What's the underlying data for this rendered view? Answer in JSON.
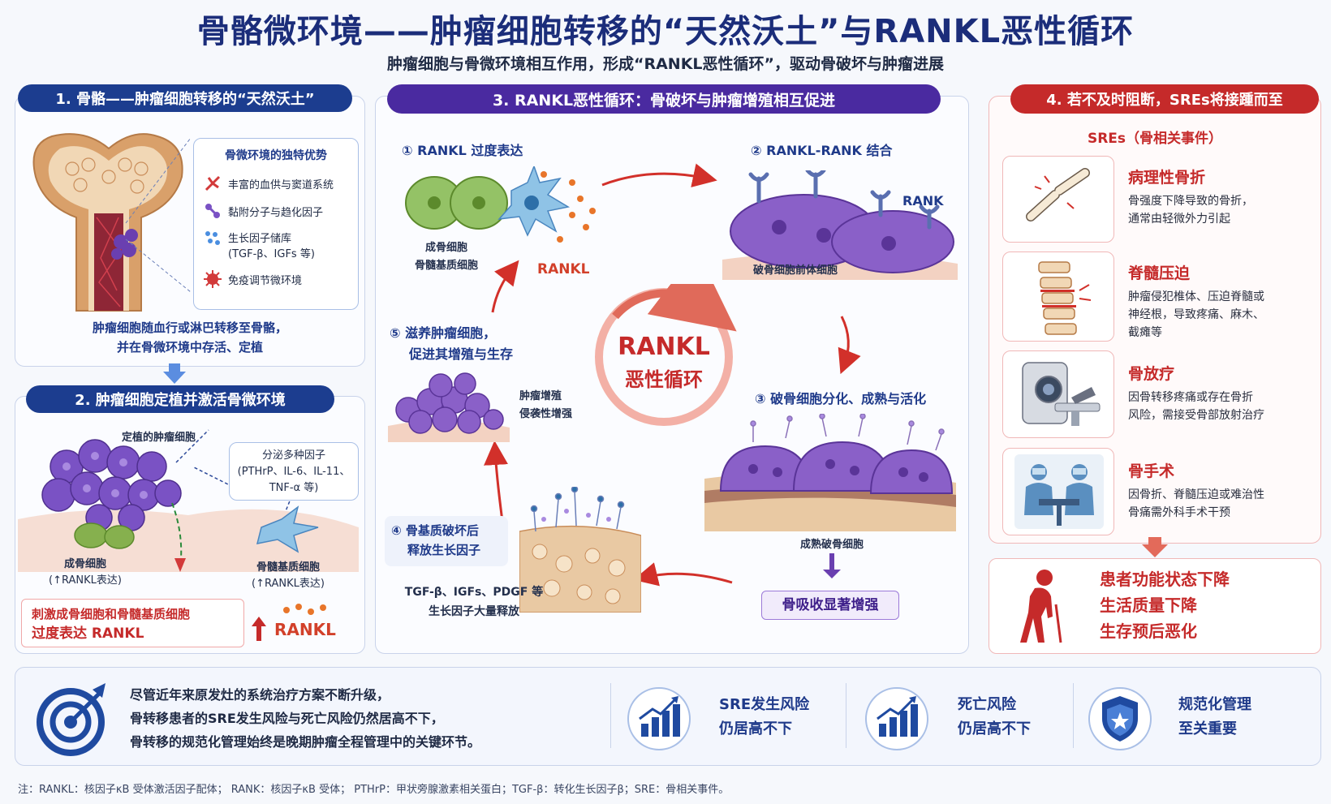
{
  "title": "骨骼微环境——肿瘤细胞转移的“天然沃土”与RANKL恶性循环",
  "subtitle": "肿瘤细胞与骨微环境相互作用，形成“RANKL恶性循环”，驱动骨破坏与肿瘤进展",
  "panel1": {
    "header": "1. 骨骼——肿瘤细胞转移的“天然沃土”",
    "box_title": "骨微环境的独特优势",
    "items": [
      "丰富的血供与窦道系统",
      "黏附分子与趋化因子",
      "生长因子储库",
      "(TGF-β、IGFs 等)",
      "免疫调节微环境"
    ],
    "caption_1": "肿瘤细胞随血行或淋巴转移至骨骼，",
    "caption_2": "并在骨微环境中存活、定植"
  },
  "panel2": {
    "header": "2. 肿瘤细胞定植并激活骨微环境",
    "tumor_label": "定植的肿瘤细胞",
    "factor_line1": "分泌多种因子",
    "factor_line2": "(PTHrP、IL-6、IL-11、",
    "factor_line3": "TNF-α 等)",
    "osteoblast": "成骨细胞",
    "osteoblast_sub": "(↑RANKL表达)",
    "stromal": "骨髓基质细胞",
    "stromal_sub": "(↑RANKL表达)",
    "stim_line1": "刺激成骨细胞和骨髓基质细胞",
    "stim_line2": "过度表达 RANKL",
    "rankl": "RANKL"
  },
  "panel3": {
    "header": "3. RANKL恶性循环：骨破坏与肿瘤增殖相互促进",
    "step1": "① RANKL 过度表达",
    "step1_cells_1": "成骨细胞",
    "step1_cells_2": "骨髓基质细胞",
    "step1_rankl": "RANKL",
    "step2": "② RANKL-RANK 结合",
    "rank": "RANK",
    "step2_cells": "破骨细胞前体细胞",
    "step3": "③ 破骨细胞分化、成熟与活化",
    "step3_cells": "成熟破骨细胞",
    "step3_result": "骨吸收显著增强",
    "step4_1": "④ 骨基质破坏后",
    "step4_2": "释放生长因子",
    "step4_desc_1": "TGF-β、IGFs、PDGF 等",
    "step4_desc_2": "生长因子大量释放",
    "step5_1": "⑤ 滋养肿瘤细胞，",
    "step5_2": "促进其增殖与生存",
    "step5_desc_1": "肿瘤增殖",
    "step5_desc_2": "侵袭性增强",
    "center_1": "RANKL",
    "center_2": "恶性循环"
  },
  "panel4": {
    "header": "4. 若不及时阻断，SREs将接踵而至",
    "subheader": "SREs（骨相关事件）",
    "cards": [
      {
        "title": "病理性骨折",
        "desc1": "骨强度下降导致的骨折，",
        "desc2": "通常由轻微外力引起",
        "desc3": ""
      },
      {
        "title": "脊髓压迫",
        "desc1": "肿瘤侵犯椎体、压迫脊髓或",
        "desc2": "神经根，导致疼痛、麻木、",
        "desc3": "截瘫等"
      },
      {
        "title": "骨放疗",
        "desc1": "因骨转移疼痛或存在骨折",
        "desc2": "风险，需接受骨部放射治疗",
        "desc3": ""
      },
      {
        "title": "骨手术",
        "desc1": "因骨折、脊髓压迫或难治性",
        "desc2": "骨痛需外科手术干预",
        "desc3": ""
      }
    ],
    "outcome": [
      "患者功能状态下降",
      "生活质量下降",
      "生存预后恶化"
    ]
  },
  "bottom": {
    "text1": "尽管近年来原发灶的系统治疗方案不断升级，",
    "text2": "骨转移患者的SRE发生风险与死亡风险仍然居高不下，",
    "text3": "骨转移的规范化管理始终是晚期肿瘤全程管理中的关键环节。",
    "stat1_1": "SRE发生风险",
    "stat1_2": "仍居高不下",
    "stat2_1": "死亡风险",
    "stat2_2": "仍居高不下",
    "stat3_1": "规范化管理",
    "stat3_2": "至关重要"
  },
  "footnote": "注：RANKL：核因子κB 受体激活因子配体；  RANK：核因子κB 受体；  PTHrP：甲状旁腺激素相关蛋白；TGF-β：转化生长因子β；SRE：骨相关事件。",
  "colors": {
    "navy": "#1c3d8f",
    "purple": "#4a2aa0",
    "red": "#c52a2a"
  }
}
